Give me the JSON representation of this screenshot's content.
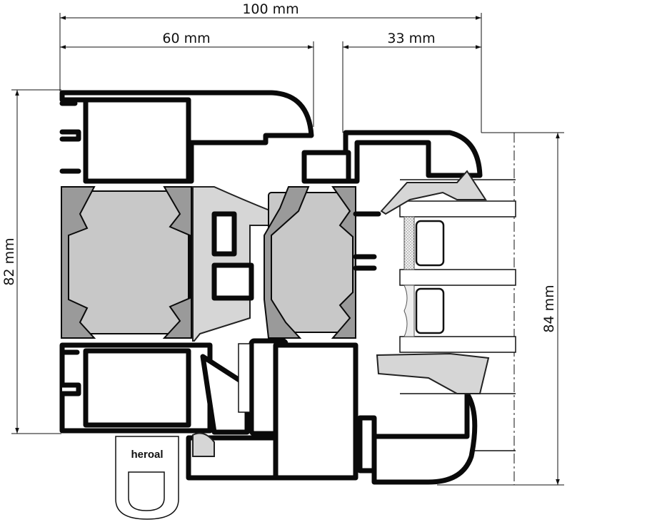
{
  "dimensions": {
    "overall_width": "100 mm",
    "frame_width": "60 mm",
    "sash_width": "33 mm",
    "frame_height": "82 mm",
    "sash_height": "84 mm"
  },
  "brand": {
    "logo_text": "heroal"
  },
  "colors": {
    "aluminium_outline": "#0a0a0a",
    "thermal_insulation": "#c8c8c8",
    "polyamide_strut": "#9a9a9a",
    "gasket": "#d6d6d6"
  }
}
